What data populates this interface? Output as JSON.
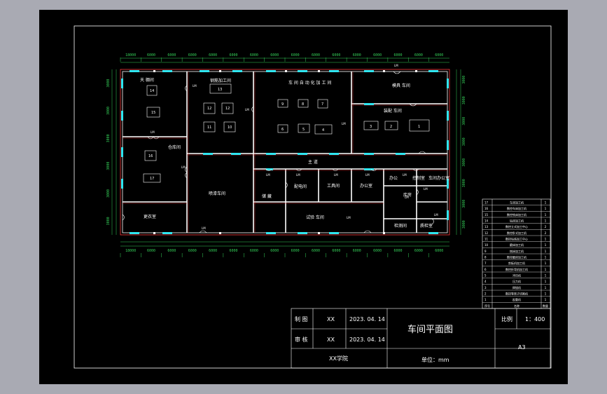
{
  "title_block": {
    "drawn_label": "制 图",
    "drawn_by": "XX",
    "drawn_date": "2023. 04. 14",
    "checked_label": "审 核",
    "checked_by": "XX",
    "checked_date": "2023. 04. 14",
    "drawing_title": "车间平面图",
    "scale_label": "比例",
    "scale_value": "1：400",
    "school": "XX学院",
    "unit_label": "单位：mm",
    "sheet_size": "A3"
  },
  "rooms": {
    "r1": "天 棚间",
    "r2": "钢筋加工间",
    "r3": "车 间 自 动 化 加 工 间",
    "r4": "模具 车间",
    "r5": "仓库间",
    "r6": "装配 车间",
    "r7": "更衣室",
    "r8": "主 道",
    "r9": "喷漆车间",
    "r10": "储 藏",
    "r11": "配电间",
    "r12": "工具间",
    "r13": "办公室",
    "r14": "试验 车间",
    "r15": "办公",
    "r16": "控制室",
    "r17": "车间办公室",
    "r18": "检测间",
    "r19": "质检室",
    "r20": "库房"
  },
  "equipment_numbers": [
    "1",
    "2",
    "3",
    "4",
    "5",
    "6",
    "7",
    "8",
    "9",
    "10",
    "11",
    "12",
    "13",
    "14",
    "15",
    "16",
    "17"
  ],
  "dimensions": {
    "top": [
      "18000",
      "6000",
      "6000",
      "6000",
      "6000",
      "6000",
      "6000",
      "6000",
      "6000",
      "6000",
      "6000",
      "6000",
      "6000",
      "6000",
      "6000",
      "6000"
    ],
    "bottom": [
      "18000",
      "6000",
      "6000",
      "6000",
      "6000",
      "6000",
      "6000",
      "6000",
      "6000",
      "6000",
      "6000",
      "6000",
      "6000",
      "6000",
      "6000",
      "6000"
    ],
    "left": [
      "3000",
      "3000",
      "3000",
      "3000",
      "3000",
      "3000"
    ],
    "right": [
      "3000",
      "3000",
      "3000",
      "3000",
      "3000",
      "3000",
      "3000",
      "3000"
    ]
  },
  "door_tag": "LM",
  "legend": {
    "rows": [
      {
        "no": "17",
        "name": "车床加工机",
        "qty": "1"
      },
      {
        "no": "16",
        "name": "数控车床加工机",
        "qty": "1"
      },
      {
        "no": "15",
        "name": "数控铣床加工机",
        "qty": "1"
      },
      {
        "no": "14",
        "name": "钻床加工机",
        "qty": "1"
      },
      {
        "no": "13",
        "name": "数控立式加工中心",
        "qty": "2"
      },
      {
        "no": "12",
        "name": "数控卧式加工机",
        "qty": "2"
      },
      {
        "no": "11",
        "name": "数控钻铣加工中心",
        "qty": "1"
      },
      {
        "no": "10",
        "name": "磨床加工机",
        "qty": "1"
      },
      {
        "no": "9",
        "name": "刨床加工机",
        "qty": "1"
      },
      {
        "no": "8",
        "name": "数控磨床加工机",
        "qty": "1"
      },
      {
        "no": "7",
        "name": "剪板机加工机",
        "qty": "1"
      },
      {
        "no": "6",
        "name": "数控折弯机加工机",
        "qty": "1"
      },
      {
        "no": "5",
        "name": "冲压机",
        "qty": "1"
      },
      {
        "no": "4",
        "name": "压力机",
        "qty": "1"
      },
      {
        "no": "3",
        "name": "焊接机",
        "qty": "1"
      },
      {
        "no": "2",
        "name": "数控等离子切割机",
        "qty": "1"
      },
      {
        "no": "1",
        "name": "起重机",
        "qty": "1"
      }
    ],
    "header": {
      "no": "序号",
      "name": "名称",
      "qty": "数量"
    }
  }
}
